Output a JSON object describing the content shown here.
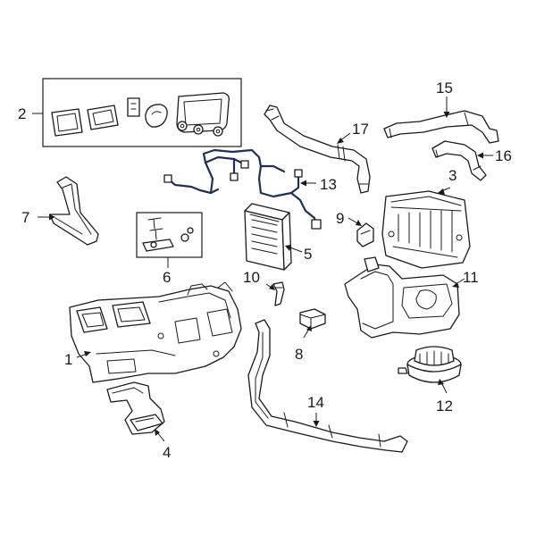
{
  "callouts": {
    "c1": "1",
    "c2": "2",
    "c3": "3",
    "c4": "4",
    "c5": "5",
    "c6": "6",
    "c7": "7",
    "c8": "8",
    "c9": "9",
    "c10": "10",
    "c11": "11",
    "c12": "12",
    "c13": "13",
    "c14": "14",
    "c15": "15",
    "c16": "16",
    "c17": "17"
  },
  "colors": {
    "line": "#1a1a1a",
    "harness": "#1e2f5c",
    "background": "#ffffff"
  }
}
